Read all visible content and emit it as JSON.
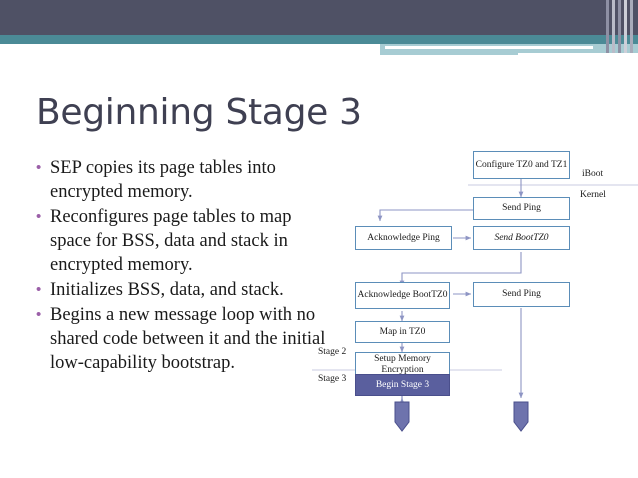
{
  "slide": {
    "title": "Beginning Stage 3",
    "bullets": [
      "SEP copies its page tables into encrypted memory.",
      "Reconfigures page tables to map space for BSS, data and stack in encrypted memory.",
      "Initializes BSS, data, and stack.",
      "Begins a new message loop with no shared code between it and the initial low-capability bootstrap."
    ],
    "bullet_marker": "•"
  },
  "diagram": {
    "nodes": [
      {
        "id": "configure-tz",
        "label": "Configure TZ0 and TZ1"
      },
      {
        "id": "send-ping-1",
        "label": "Send Ping"
      },
      {
        "id": "acknowledge-ping",
        "label": "Acknowledge Ping"
      },
      {
        "id": "send-boottz0",
        "label": "Send BootTZ0"
      },
      {
        "id": "acknowledge-boottz0",
        "label": "Acknowledge BootTZ0"
      },
      {
        "id": "send-ping-2",
        "label": "Send Ping"
      },
      {
        "id": "map-in-tz0",
        "label": "Map in TZ0"
      },
      {
        "id": "setup-memory-encryption",
        "label": "Setup Memory Encryption"
      },
      {
        "id": "begin-stage-3",
        "label": "Begin Stage 3"
      }
    ],
    "lane_labels": {
      "iboot": "iBoot",
      "kernel": "Kernel",
      "stage2": "Stage 2",
      "stage3": "Stage 3"
    }
  },
  "colors": {
    "header_dark": "#4f5165",
    "header_teal": "#4b8a96",
    "header_teal_light": "#a7ccd3",
    "title": "#3f4052",
    "bullet_marker": "#9b5fa8",
    "node_border": "#5b8db8",
    "node_fill_highlight": "#5a5f9e",
    "connector": "#8e95c4"
  }
}
